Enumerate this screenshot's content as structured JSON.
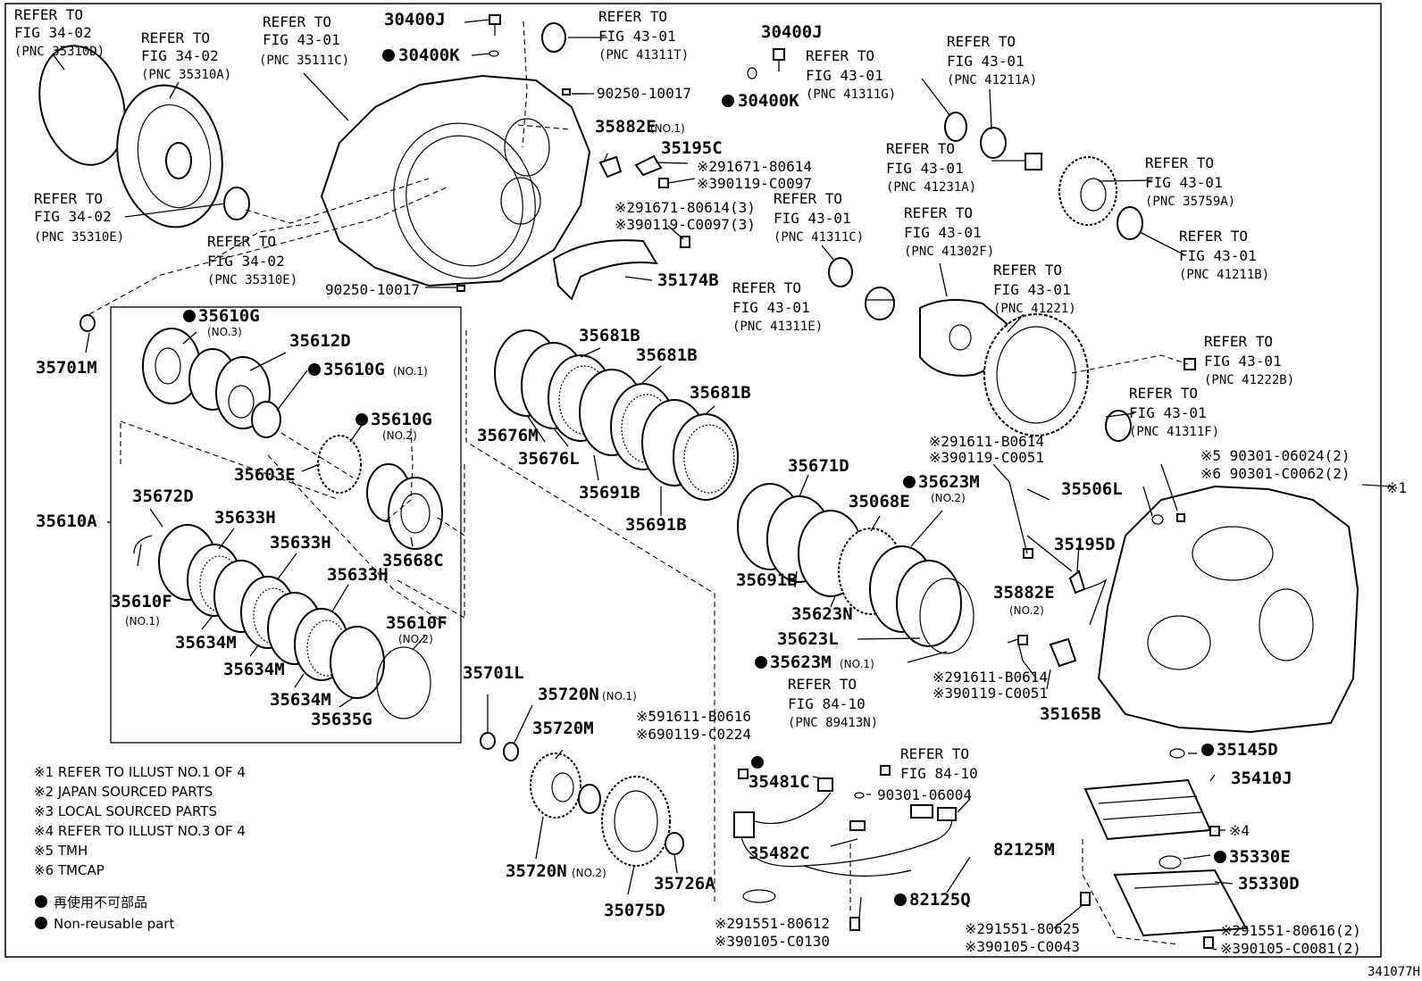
{
  "footer_id": "341077H",
  "side_mark": "※1",
  "labels": {
    "l30400J_a": "30400J",
    "l30400K_a": "30400K",
    "l30400J_b": "30400J",
    "l30400K_b": "30400K",
    "l90250_a": "90250-10017",
    "l90250_b": "90250-10017",
    "l35882E_1": "35882E",
    "l35882E_1n": "(NO.1)",
    "l35195C": "35195C",
    "l91671_a": "※291671-80614",
    "l90119_a": "※390119-C0097",
    "l91671_b": "※291671-80614(3)",
    "l90119_b": "※390119-C0097(3)",
    "l35174B": "35174B",
    "l35701M": "35701M",
    "l35610G_3": "35610G",
    "l35610G_3n": "(NO.3)",
    "l35612D": "35612D",
    "l35610G_1": "35610G",
    "l35610G_1n": "(NO.1)",
    "l35610G_2": "35610G",
    "l35610G_2n": "(NO.2)",
    "l35603E": "35603E",
    "l35668C": "35668C",
    "l35610A": "35610A",
    "l35672D": "35672D",
    "l35633H_a": "35633H",
    "l35633H_b": "35633H",
    "l35633H_c": "35633H",
    "l35610F_1": "35610F",
    "l35610F_1n": "(NO.1)",
    "l35610F_2": "35610F",
    "l35610F_2n": "(NO.2)",
    "l35634M_a": "35634M",
    "l35634M_b": "35634M",
    "l35634M_c": "35634M",
    "l35635G": "35635G",
    "l35681B_a": "35681B",
    "l35681B_b": "35681B",
    "l35681B_c": "35681B",
    "l35676M": "35676M",
    "l35676L": "35676L",
    "l35691B_a": "35691B",
    "l35691B_b": "35691B",
    "l35691B_c": "35691B",
    "l35671D": "35671D",
    "l35068E": "35068E",
    "l35623M_2": "35623M",
    "l35623M_2n": "(NO.2)",
    "l35623N": "35623N",
    "l35623L": "35623L",
    "l35623M_1": "35623M",
    "l35623M_1n": "(NO.1)",
    "l35701L": "35701L",
    "l35720N_1": "35720N",
    "l35720N_1n": "(NO.1)",
    "l35720M": "35720M",
    "l35720N_2": "35720N",
    "l35720N_2n": "(NO.2)",
    "l35075D": "35075D",
    "l35726A": "35726A",
    "l91611_0616": "※591611-B0616",
    "l90119_0224": "※690119-C0224",
    "l35481C": "35481C",
    "l35482C": "35482C",
    "l90301_06004": "90301-06004",
    "l82125M": "82125M",
    "l82125Q": "82125Q",
    "l91551_80612": "※291551-80612",
    "l90105_0130": "※390105-C0130",
    "l91611_0614_a": "※291611-B0614",
    "l90119_0051_a": "※390119-C0051",
    "l91611_0614_b": "※291611-B0614",
    "l90119_0051_b": "※390119-C0051",
    "l90301_06024": "※5 90301-06024(2)",
    "l90301_0062": "※6 90301-C0062(2)",
    "l35506L": "35506L",
    "l35195D": "35195D",
    "l35882E_2": "35882E",
    "l35882E_2n": "(NO.2)",
    "l35165B": "35165B",
    "l35145D": "35145D",
    "l35410J": "35410J",
    "l_mark4": "※4",
    "l35330E": "35330E",
    "l35330D": "35330D",
    "l91551_80625": "※291551-80625",
    "l90105_0043": "※390105-C0043",
    "l91551_80616": "※291551-80616(2)",
    "l90105_0081": "※390105-C0081(2)"
  },
  "refs": [
    {
      "id": "r1",
      "line1": "REFER TO",
      "line2": "FIG 34-02",
      "pnc": "(PNC 35310D)"
    },
    {
      "id": "r2",
      "line1": "REFER TO",
      "line2": "FIG 34-02",
      "pnc": "(PNC 35310A)"
    },
    {
      "id": "r3",
      "line1": "REFER TO",
      "line2": "FIG 43-01",
      "pnc": "(PNC 35111C)"
    },
    {
      "id": "r4",
      "line1": "REFER TO",
      "line2": "FIG 43-01",
      "pnc": "(PNC 41311T)"
    },
    {
      "id": "r5",
      "line1": "REFER TO",
      "line2": "FIG 43-01",
      "pnc": "(PNC 41311G)"
    },
    {
      "id": "r6",
      "line1": "REFER TO",
      "line2": "FIG 43-01",
      "pnc": "(PNC 41211A)"
    },
    {
      "id": "r7",
      "line1": "REFER TO",
      "line2": "FIG 34-02",
      "pnc": "(PNC 35310E)"
    },
    {
      "id": "r8",
      "line1": "REFER TO",
      "line2": "FIG 34-02",
      "pnc": "(PNC 35310E)"
    },
    {
      "id": "r9",
      "line1": "REFER TO",
      "line2": "FIG 43-01",
      "pnc": "(PNC 41231A)"
    },
    {
      "id": "r10",
      "line1": "REFER TO",
      "line2": "FIG 43-01",
      "pnc": "(PNC 35759A)"
    },
    {
      "id": "r11",
      "line1": "REFER TO",
      "line2": "FIG 43-01",
      "pnc": "(PNC 41311C)"
    },
    {
      "id": "r12",
      "line1": "REFER TO",
      "line2": "FIG 43-01",
      "pnc": "(PNC 41302F)"
    },
    {
      "id": "r13",
      "line1": "REFER TO",
      "line2": "FIG 43-01",
      "pnc": "(PNC 41211B)"
    },
    {
      "id": "r14",
      "line1": "REFER TO",
      "line2": "FIG 43-01",
      "pnc": "(PNC 41311E)"
    },
    {
      "id": "r15",
      "line1": "REFER TO",
      "line2": "FIG 43-01",
      "pnc": "(PNC 41221)"
    },
    {
      "id": "r16",
      "line1": "REFER TO",
      "line2": "FIG 43-01",
      "pnc": "(PNC 41222B)"
    },
    {
      "id": "r17",
      "line1": "REFER TO",
      "line2": "FIG 43-01",
      "pnc": "(PNC 41311F)"
    },
    {
      "id": "r18",
      "line1": "REFER TO",
      "line2": "FIG 84-10",
      "pnc": "(PNC 89413N)"
    },
    {
      "id": "r19",
      "line1": "REFER TO",
      "line2": "FIG 84-10",
      "pnc": ""
    }
  ],
  "notes": [
    "※1 REFER TO ILLUST NO.1 OF 4",
    "※2 JAPAN SOURCED PARTS",
    "※3 LOCAL SOURCED PARTS",
    "※4 REFER TO ILLUST NO.3 OF 4",
    "※5 TMH",
    "※6 TMCAP"
  ],
  "legend": {
    "jp": "再使用不可部品",
    "en": "Non-reusable part"
  }
}
